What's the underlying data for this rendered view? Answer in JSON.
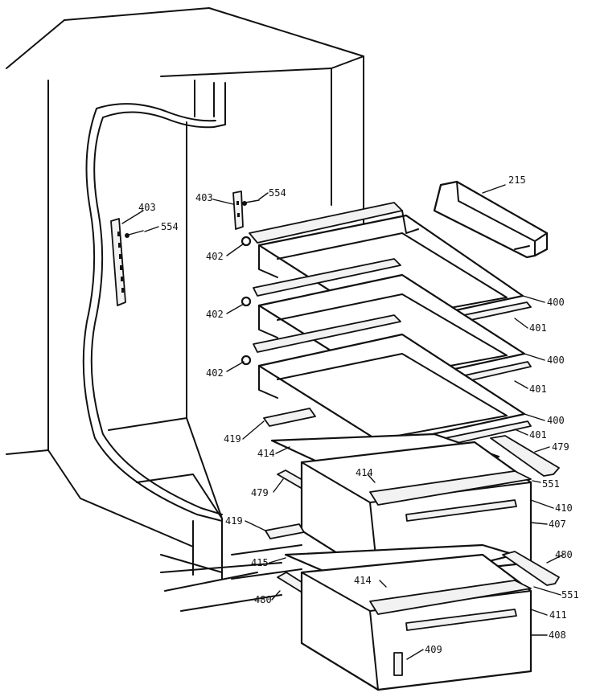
{
  "part_labels": {
    "l215": "215",
    "l403a": "403",
    "l554a": "554",
    "l403b": "403",
    "l554b": "554",
    "l402a": "402",
    "l402b": "402",
    "l402c": "402",
    "l400a": "400",
    "l401a": "401",
    "l400b": "400",
    "l401b": "401",
    "l400c": "400",
    "l401c": "401",
    "l419a": "419",
    "l414a": "414",
    "l479a": "479",
    "l414b": "414",
    "l551a": "551",
    "l479b": "479",
    "l410": "410",
    "l407": "407",
    "l419b": "419",
    "l480a": "480",
    "l415": "415",
    "l414c": "414",
    "l551b": "551",
    "l480b": "480",
    "l411": "411",
    "l408": "408",
    "l409": "409"
  }
}
